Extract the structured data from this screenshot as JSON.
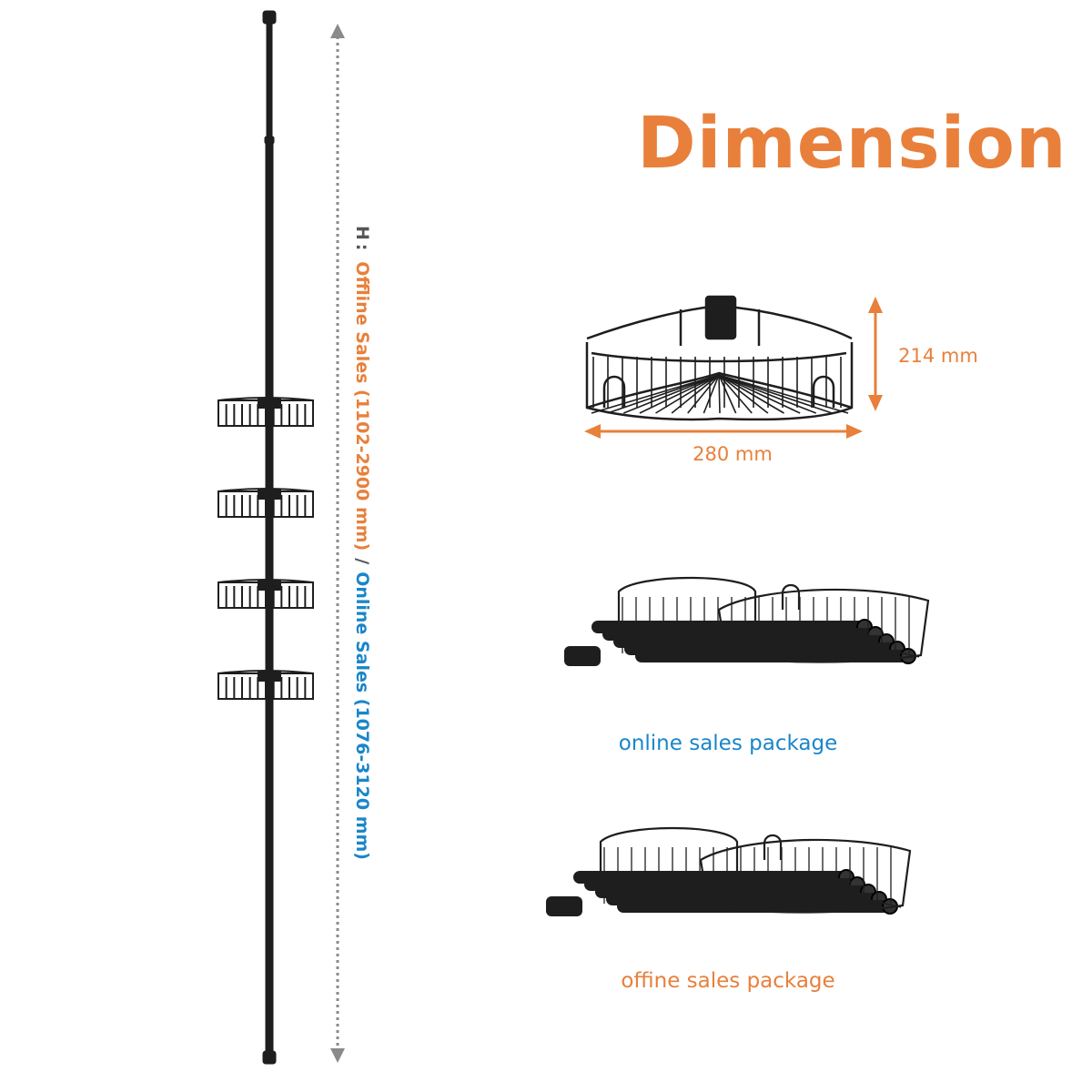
{
  "title": "Dimension",
  "height_label": {
    "key": "H :",
    "offline": "Offline Sales  (1102-2900 mm)",
    "separator": "/",
    "online": "Online Sales (1076-3120 mm)"
  },
  "basket_dimensions": {
    "width": "280 mm",
    "height": "214 mm"
  },
  "packages": {
    "online": "online sales package",
    "offline": "offine sales package"
  },
  "colors": {
    "accent_orange": "#e8803b",
    "accent_blue": "#1a86c9",
    "product_black": "#1e1e1e",
    "dotted_gray": "#8a8a8a"
  }
}
